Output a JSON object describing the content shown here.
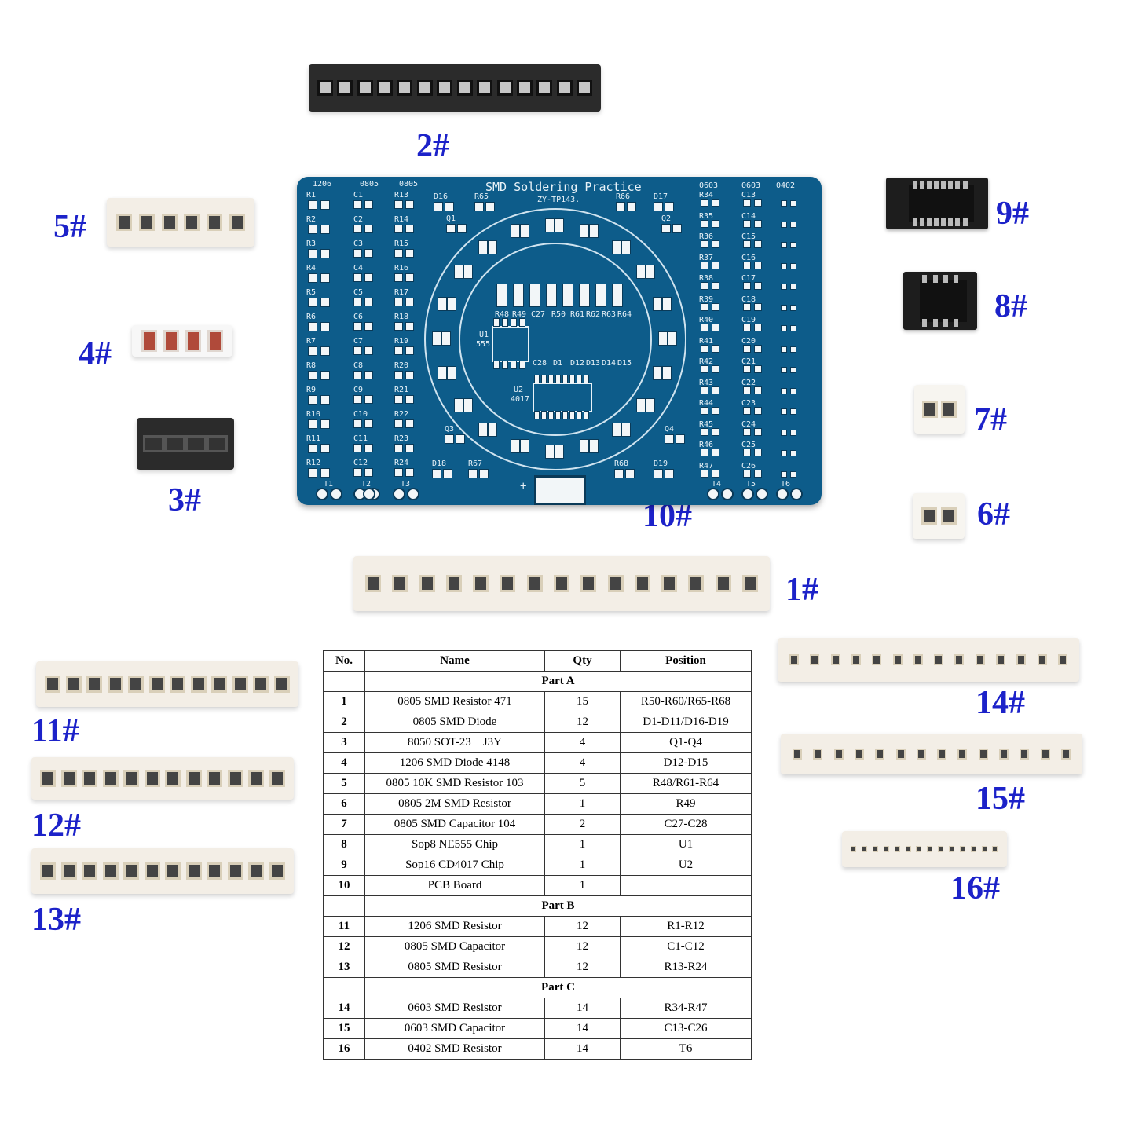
{
  "labels": {
    "l1": "1#",
    "l2": "2#",
    "l3": "3#",
    "l4": "4#",
    "l5": "5#",
    "l6": "6#",
    "l7": "7#",
    "l8": "8#",
    "l9": "9#",
    "l10": "10#",
    "l11": "11#",
    "l12": "12#",
    "l13": "13#",
    "l14": "14#",
    "l15": "15#",
    "l16": "16#"
  },
  "pcb": {
    "title": "SMD Soldering Practice",
    "model": "ZY-TP143.",
    "col_1206": "1206",
    "col_0805a": "0805",
    "col_0805b": "0805",
    "col_0603a": "0603",
    "col_0603b": "0603",
    "col_0402": "0402",
    "u1_label": "U1",
    "u1_chip": "555",
    "u2_label": "U2",
    "u2_chip": "4017",
    "plus": "+",
    "r_left": [
      "R1",
      "R2",
      "R3",
      "R4",
      "R5",
      "R6",
      "R7",
      "R8",
      "R9",
      "R10",
      "R11",
      "R12"
    ],
    "c_left": [
      "C1",
      "C2",
      "C3",
      "C4",
      "C5",
      "C6",
      "C7",
      "C8",
      "C9",
      "C10",
      "C11",
      "C12"
    ],
    "r_mid": [
      "R13",
      "R14",
      "R15",
      "R16",
      "R17",
      "R18",
      "R19",
      "R20",
      "R21",
      "R22",
      "R23",
      "R24"
    ],
    "t_left": [
      "T1",
      "T2",
      "T3"
    ],
    "t_right": [
      "T4",
      "T5",
      "T6"
    ],
    "ref_top": [
      "D16",
      "R65",
      "R66",
      "D17",
      "Q1",
      "Q2"
    ],
    "ref_bottom": [
      "Q3",
      "D18",
      "R67",
      "R68",
      "D19",
      "Q4"
    ],
    "ref_center": [
      "R48",
      "R49",
      "C27",
      "R50",
      "R61",
      "R62",
      "R63",
      "R64",
      "C28",
      "D1",
      "D12",
      "D13",
      "D14",
      "D15"
    ],
    "r_right": [
      "R34",
      "R35",
      "R36",
      "R37",
      "R38",
      "R39",
      "R40",
      "R41",
      "R42",
      "R43",
      "R44",
      "R45",
      "R46",
      "R47"
    ],
    "c_right": [
      "C13",
      "C14",
      "C15",
      "C16",
      "C17",
      "C18",
      "C19",
      "C20",
      "C21",
      "C22",
      "C23",
      "C24",
      "C25",
      "C26"
    ]
  },
  "table": {
    "headers": [
      "No.",
      "Name",
      "Qty",
      "Position"
    ],
    "sections": [
      {
        "title": "Part A",
        "rows": [
          {
            "no": "1",
            "name": "0805 SMD Resistor 471",
            "qty": "15",
            "pos": "R50-R60/R65-R68"
          },
          {
            "no": "2",
            "name": "0805 SMD Diode",
            "qty": "12",
            "pos": "D1-D11/D16-D19"
          },
          {
            "no": "3",
            "name": "8050 SOT-23    J3Y",
            "qty": "4",
            "pos": "Q1-Q4"
          },
          {
            "no": "4",
            "name": "1206 SMD Diode 4148",
            "qty": "4",
            "pos": "D12-D15"
          },
          {
            "no": "5",
            "name": "0805 10K SMD Resistor 103",
            "qty": "5",
            "pos": "R48/R61-R64"
          },
          {
            "no": "6",
            "name": "0805 2M SMD Resistor",
            "qty": "1",
            "pos": "R49"
          },
          {
            "no": "7",
            "name": "0805 SMD Capacitor 104",
            "qty": "2",
            "pos": "C27-C28"
          },
          {
            "no": "8",
            "name": "Sop8 NE555 Chip",
            "qty": "1",
            "pos": "U1"
          },
          {
            "no": "9",
            "name": "Sop16 CD4017 Chip",
            "qty": "1",
            "pos": "U2"
          },
          {
            "no": "10",
            "name": "PCB Board",
            "qty": "1",
            "pos": ""
          }
        ]
      },
      {
        "title": "Part B",
        "rows": [
          {
            "no": "11",
            "name": "1206 SMD Resistor",
            "qty": "12",
            "pos": "R1-R12"
          },
          {
            "no": "12",
            "name": "0805 SMD Capacitor",
            "qty": "12",
            "pos": "C1-C12"
          },
          {
            "no": "13",
            "name": "0805 SMD Resistor",
            "qty": "12",
            "pos": "R13-R24"
          }
        ]
      },
      {
        "title": "Part C",
        "rows": [
          {
            "no": "14",
            "name": "0603 SMD Resistor",
            "qty": "14",
            "pos": "R34-R47"
          },
          {
            "no": "15",
            "name": "0603 SMD Capacitor",
            "qty": "14",
            "pos": "C13-C26"
          },
          {
            "no": "16",
            "name": "0402 SMD Resistor",
            "qty": "14",
            "pos": "T6"
          }
        ]
      }
    ]
  },
  "colors": {
    "label_blue": "#1c22c9",
    "pcb_blue": "#0d5c8a"
  }
}
